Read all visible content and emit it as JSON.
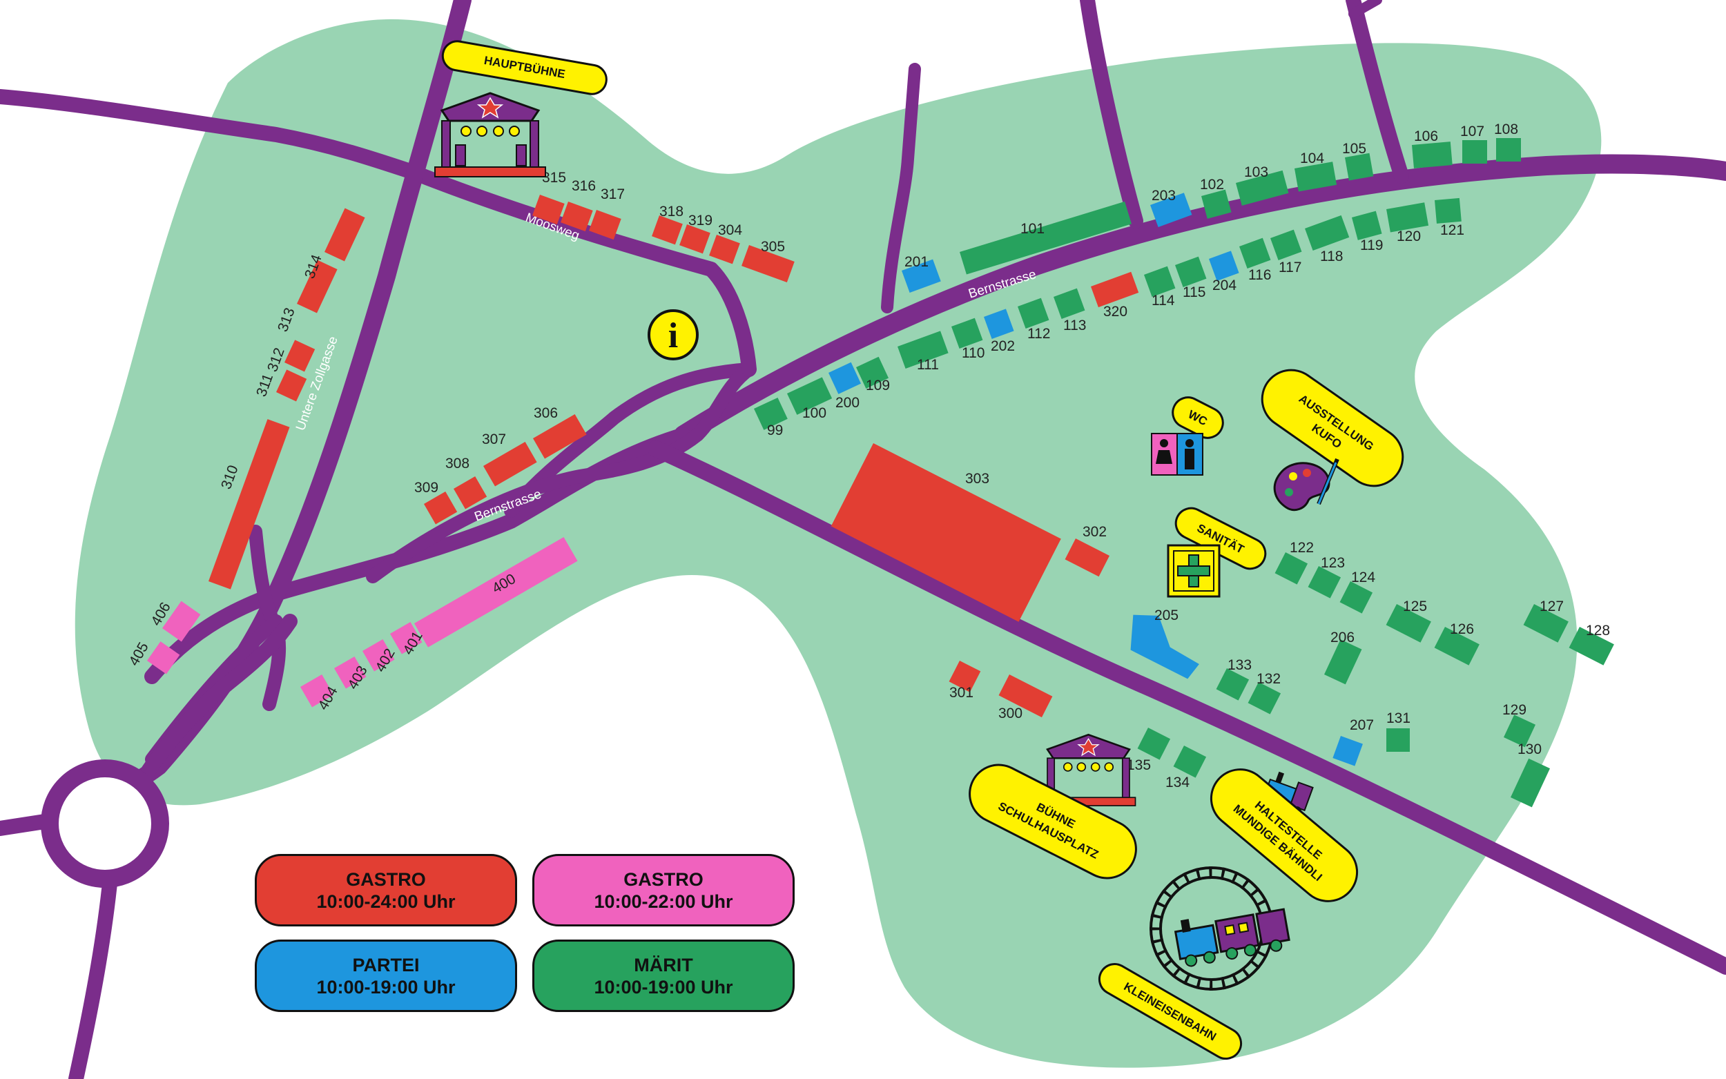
{
  "colors": {
    "land": "#99d4b3",
    "road": "#7b2d8b",
    "gastro_red": "#e23e33",
    "gastro_pink": "#f062be",
    "partei": "#1e96de",
    "maerit": "#27a25e",
    "label_bg": "#fff200"
  },
  "roads": {
    "bernstrasse_east": "Bernstrasse",
    "bernstrasse_west": "Bernstrasse",
    "moosweg": "Moosweg",
    "untere_zollgasse": "Untere Zollgasse"
  },
  "places": {
    "hauptbuehne": "HAUPTBÜHNE",
    "info": "i",
    "wc": "WC",
    "ausstellung_line1": "AUSSTELLUNG",
    "ausstellung_line2": "KUFO",
    "sanitaet": "SANITÄT",
    "buehne_line1": "BÜHNE",
    "buehne_line2": "SCHULHAUSPLATZ",
    "haltestelle_line1": "HALTESTELLE",
    "haltestelle_line2": "MUNDIGE BÄHNDLI",
    "kleineisenbahn": "KLEINEISENBAHN"
  },
  "legend": {
    "gastro_red": {
      "title": "GASTRO",
      "hours": "10:00-24:00 Uhr"
    },
    "gastro_pink": {
      "title": "GASTRO",
      "hours": "10:00-22:00 Uhr"
    },
    "partei": {
      "title": "PARTEI",
      "hours": "10:00-19:00 Uhr"
    },
    "maerit": {
      "title": "MÄRIT",
      "hours": "10:00-19:00 Uhr"
    }
  },
  "stands": {
    "315": "315",
    "316": "316",
    "317": "317",
    "318": "318",
    "319": "319",
    "304": "304",
    "305": "305",
    "314": "314",
    "313": "313",
    "312": "312",
    "311": "311",
    "310": "310",
    "306": "306",
    "307": "307",
    "308": "308",
    "309": "309",
    "303": "303",
    "302": "302",
    "301": "301",
    "300": "300",
    "320": "320",
    "400": "400",
    "401": "401",
    "402": "402",
    "403": "403",
    "404": "404",
    "405": "405",
    "406": "406",
    "200": "200",
    "201": "201",
    "202": "202",
    "203": "203",
    "204": "204",
    "205": "205",
    "206": "206",
    "207": "207",
    "99": "99",
    "100": "100",
    "101": "101",
    "102": "102",
    "103": "103",
    "104": "104",
    "105": "105",
    "106": "106",
    "107": "107",
    "108": "108",
    "109": "109",
    "110": "110",
    "111": "111",
    "112": "112",
    "113": "113",
    "114": "114",
    "115": "115",
    "116": "116",
    "117": "117",
    "118": "118",
    "119": "119",
    "120": "120",
    "121": "121",
    "122": "122",
    "123": "123",
    "124": "124",
    "125": "125",
    "126": "126",
    "127": "127",
    "128": "128",
    "129": "129",
    "130": "130",
    "131": "131",
    "132": "132",
    "133": "133",
    "134": "134",
    "135": "135"
  }
}
